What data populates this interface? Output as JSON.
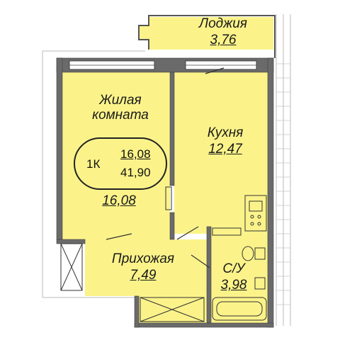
{
  "rooms": {
    "loggia": {
      "name": "Лоджия",
      "area": "3,76"
    },
    "living": {
      "name_line1": "Жилая",
      "name_line2": "комната",
      "area": "16,08"
    },
    "kitchen": {
      "name": "Кухня",
      "area": "12,47"
    },
    "hallway": {
      "name": "Прихожая",
      "area": "7,49"
    },
    "bathroom": {
      "name": "С/У",
      "area": "3,98"
    }
  },
  "badge": {
    "code": "1К",
    "living_area": "16,08",
    "total_area": "41,90"
  },
  "colors": {
    "floor": "#fbf38a",
    "wall": "#666666",
    "line": "#333333",
    "outer_grid": "#b8b8b8"
  }
}
